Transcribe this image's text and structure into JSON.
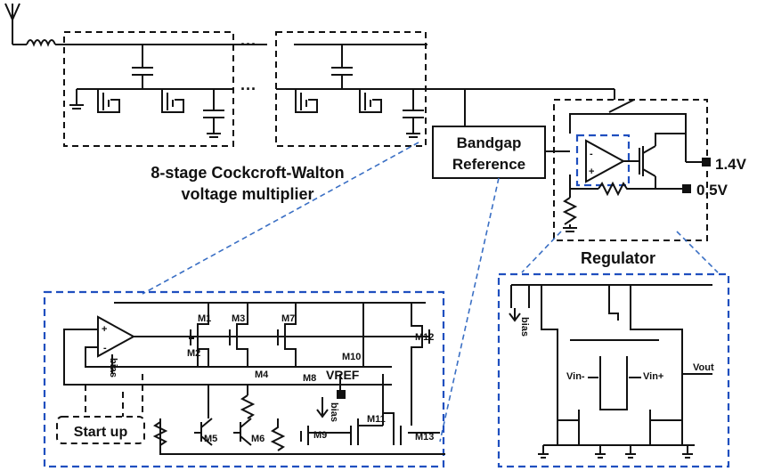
{
  "labels": {
    "cw_title_line1": "8-stage Cockcroft-Walton",
    "cw_title_line2": "voltage multiplier",
    "bandgap_line1": "Bandgap",
    "bandgap_line2": "Reference",
    "regulator": "Regulator",
    "v_high": "1.4V",
    "v_low": "0.5V",
    "start_up": "Start up",
    "dots": "···",
    "bias": "bias",
    "plus": "+",
    "minus": "-"
  },
  "transistors": {
    "m1": "M1",
    "m2": "M2",
    "m3": "M3",
    "m4": "M4",
    "m5": "M5",
    "m6": "M6",
    "m7": "M7",
    "m8": "M8",
    "m9": "M9",
    "m10": "M10",
    "m11": "M11",
    "m12": "M12",
    "m13": "M13"
  },
  "regulator_detail": {
    "vin_minus": "Vin-",
    "vin_plus": "Vin+",
    "vout": "Vout",
    "bias": "bias"
  },
  "vref": "VREF",
  "colors": {
    "wire": "#111111",
    "zoom_box": "#1f4fbf",
    "zoom_line": "#3a6fc4"
  }
}
